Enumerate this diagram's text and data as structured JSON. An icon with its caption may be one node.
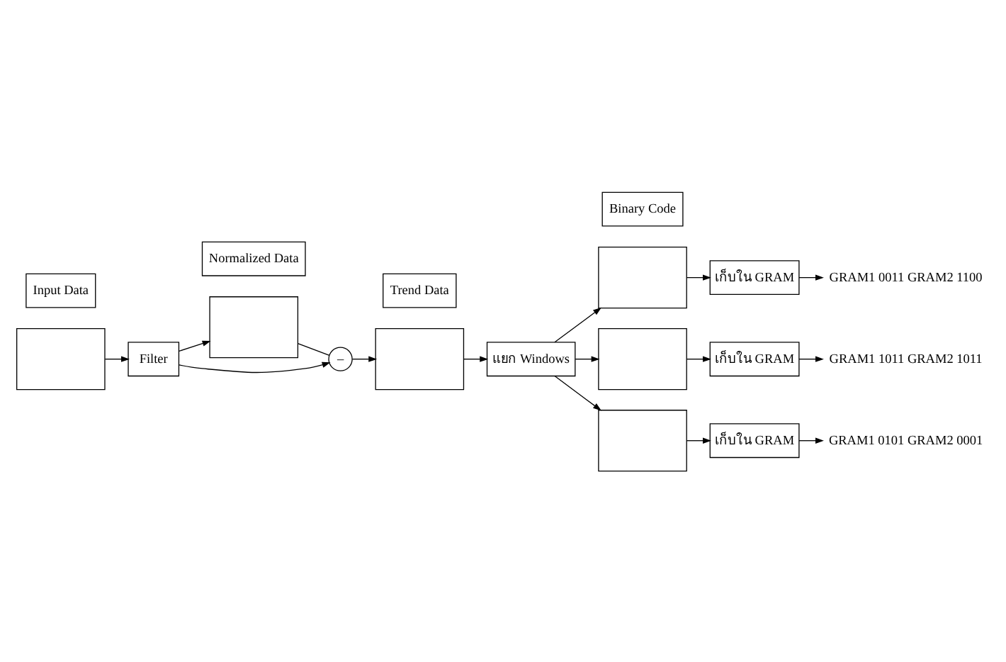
{
  "diagram": {
    "nodes": [
      {
        "text": [
          "Input Data"
        ]
      },
      {
        "text": [
          "Normalized Data"
        ]
      },
      {
        "text": [
          "Trend Data"
        ]
      },
      {
        "text": [],
        "shape": "box"
      },
      {
        "text": [
          "Filter"
        ]
      },
      {
        "text": [],
        "shape": "box"
      },
      {
        "text": [
          "–"
        ]
      },
      {
        "text": [],
        "shape": "box"
      },
      {
        "text": [
          "Binary Code"
        ]
      },
      {
        "text": [
          "แยก Windows"
        ]
      },
      {
        "text": [],
        "shape": "box"
      },
      {
        "text": [
          "เก็บใน GRAM"
        ]
      },
      {
        "text": [
          "GRAM1 0011 GRAM2 1100"
        ]
      },
      {
        "text": [],
        "shape": "box"
      },
      {
        "text": [
          "เก็บใน GRAM"
        ]
      },
      {
        "text": [
          "GRAM1 1011 GRAM2 1011"
        ]
      },
      {
        "text": [],
        "shape": "box"
      },
      {
        "text": [
          "เก็บใน GRAM"
        ]
      },
      {
        "text": [
          "GRAM1 0101 GRAM2 0001"
        ]
      }
    ],
    "edges": [
      {
        "from": 3,
        "to": 4,
        "arrow": "to"
      },
      {
        "from": 4,
        "to": 5,
        "arrow": "to"
      },
      {
        "from": 5,
        "to": 6,
        "arrow": "none"
      },
      {
        "from": 4,
        "to": 6,
        "arrow": "to"
      },
      {
        "from": 6,
        "to": 7,
        "arrow": "to"
      },
      {
        "from": 7,
        "to": 9,
        "arrow": "to"
      },
      {
        "from": 9,
        "to": 10,
        "arrow": "to"
      },
      {
        "from": 9,
        "to": 13,
        "arrow": "to"
      },
      {
        "from": 9,
        "to": 16,
        "arrow": "to"
      },
      {
        "from": 10,
        "to": 11,
        "arrow": "to"
      },
      {
        "from": 11,
        "to": 12,
        "arrow": "to"
      },
      {
        "from": 13,
        "to": 14,
        "arrow": "to"
      },
      {
        "from": 14,
        "to": 15,
        "arrow": "to"
      },
      {
        "from": 16,
        "to": 17,
        "arrow": "to"
      },
      {
        "from": 17,
        "to": 18,
        "arrow": "to"
      }
    ]
  }
}
